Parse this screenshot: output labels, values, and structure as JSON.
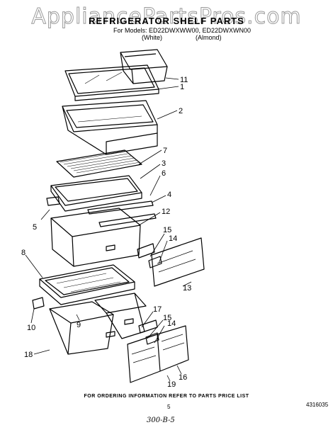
{
  "header": {
    "watermark": "AppliancePartsPros.com",
    "title": "REFRIGERATOR SHELF PARTS",
    "models_line": "For Models: ED22DWXWW00, ED22DWXWN00",
    "color_white": "(White)",
    "color_almond": "(Almond)"
  },
  "callouts": {
    "n1": "1",
    "n2": "2",
    "n3": "3",
    "n4": "4",
    "n5": "5",
    "n6": "6",
    "n7": "7",
    "n8": "8",
    "n9": "9",
    "n10": "10",
    "n11": "11",
    "n12": "12",
    "n13": "13",
    "n14a": "14",
    "n14b": "14",
    "n15a": "15",
    "n15b": "15",
    "n16": "16",
    "n17": "17",
    "n18": "18",
    "n19": "19"
  },
  "footer": {
    "order_info": "FOR ORDERING INFORMATION REFER TO PARTS PRICE LIST",
    "page_number": "5",
    "document_number": "4316035",
    "handwritten": "300-B-5"
  }
}
